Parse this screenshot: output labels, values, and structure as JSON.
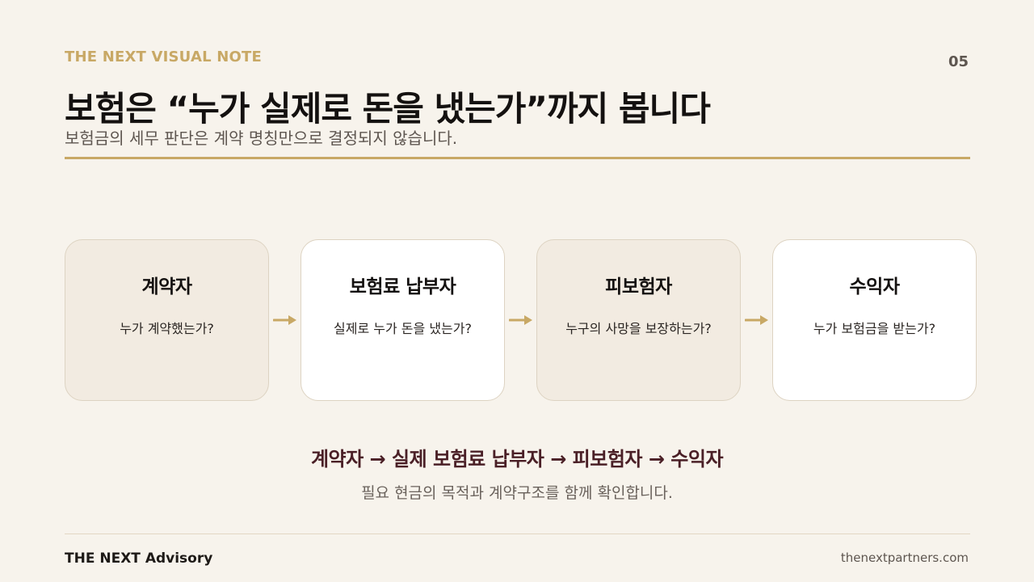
{
  "header": {
    "brand_label": "THE NEXT VISUAL NOTE",
    "page_number": "05",
    "title": "보험은 “누가 실제로 돈을 냈는가”까지 봅니다",
    "subtitle": "보험금의 세무 판단은 계약 명칭만으로 결정되지 않습니다."
  },
  "flow": {
    "cards": [
      {
        "title": "계약자",
        "question": "누가 계약했는가?"
      },
      {
        "title": "보험료 납부자",
        "question": "실제로 누가 돈을 냈는가?"
      },
      {
        "title": "피보험자",
        "question": "누구의 사망을 보장하는가?"
      },
      {
        "title": "수익자",
        "question": "누가 보험금을 받는가?"
      }
    ],
    "arrow_icon": "arrow-right-icon"
  },
  "summary": {
    "chain": "계약자 → 실제 보험료 납부자 → 피보험자 → 수익자",
    "note": "필요 현금의 목적과 계약구조를 함께 확인합니다."
  },
  "footer": {
    "brand": "THE NEXT Advisory",
    "url": "thenextpartners.com"
  },
  "colors": {
    "background": "#F7F3EC",
    "accent_gold": "#C8A865",
    "card_tint": "#F2EBE1",
    "card_white": "#FFFFFF",
    "summary_text": "#4A1F26"
  }
}
